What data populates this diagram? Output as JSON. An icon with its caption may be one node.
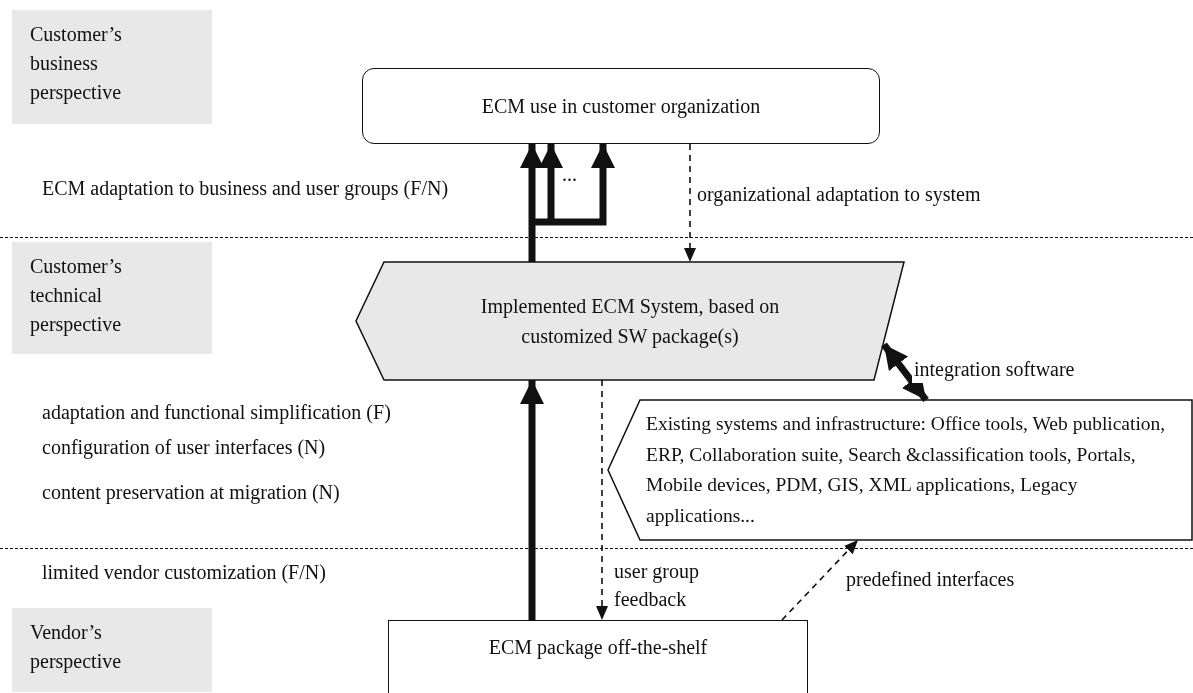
{
  "diagram": {
    "nodes": [
      {
        "text": [
          "Customer’s business perspective"
        ]
      },
      {
        "text": [
          "ECM use in customer organization"
        ]
      },
      {
        "text": [
          "Customer’s technical perspective"
        ]
      },
      {
        "text": [
          "Implemented ECM System, based on customized SW package(s)"
        ]
      },
      {
        "text": [
          "Existing systems and infrastructure: Office tools, Web publication, ERP, Collaboration suite, Search &classification tools, Portals, Mobile devices, PDM, GIS, XML applications, Legacy applications..."
        ]
      },
      {
        "text": [
          "Vendor’s perspective"
        ]
      },
      {
        "text": [
          "ECM package off-the-shelf"
        ]
      }
    ],
    "edges": [
      {
        "from": 3,
        "to": 1,
        "arrow": "to",
        "style": "thick"
      },
      {
        "from": 1,
        "to": 3,
        "arrow": "to",
        "style": "dashed",
        "label": "organizational adaptation to system"
      },
      {
        "from": 3,
        "to": 4,
        "arrow": "both",
        "style": "thick",
        "label": "integration software"
      },
      {
        "from": 6,
        "to": 3,
        "arrow": "to",
        "style": "thick"
      },
      {
        "from": 3,
        "to": 6,
        "arrow": "to",
        "style": "dashed",
        "label": "user group feedback"
      },
      {
        "from": 6,
        "to": 4,
        "arrow": "to",
        "style": "dashed",
        "label": "predefined interfaces"
      }
    ],
    "labels": [
      "ECM adaptation to business and user groups (F/N)",
      "...",
      "adaptation and functional simplification (F)",
      "configuration of user interfaces (N)",
      "content preservation at migration (N)",
      "limited vendor customization (F/N)"
    ]
  }
}
